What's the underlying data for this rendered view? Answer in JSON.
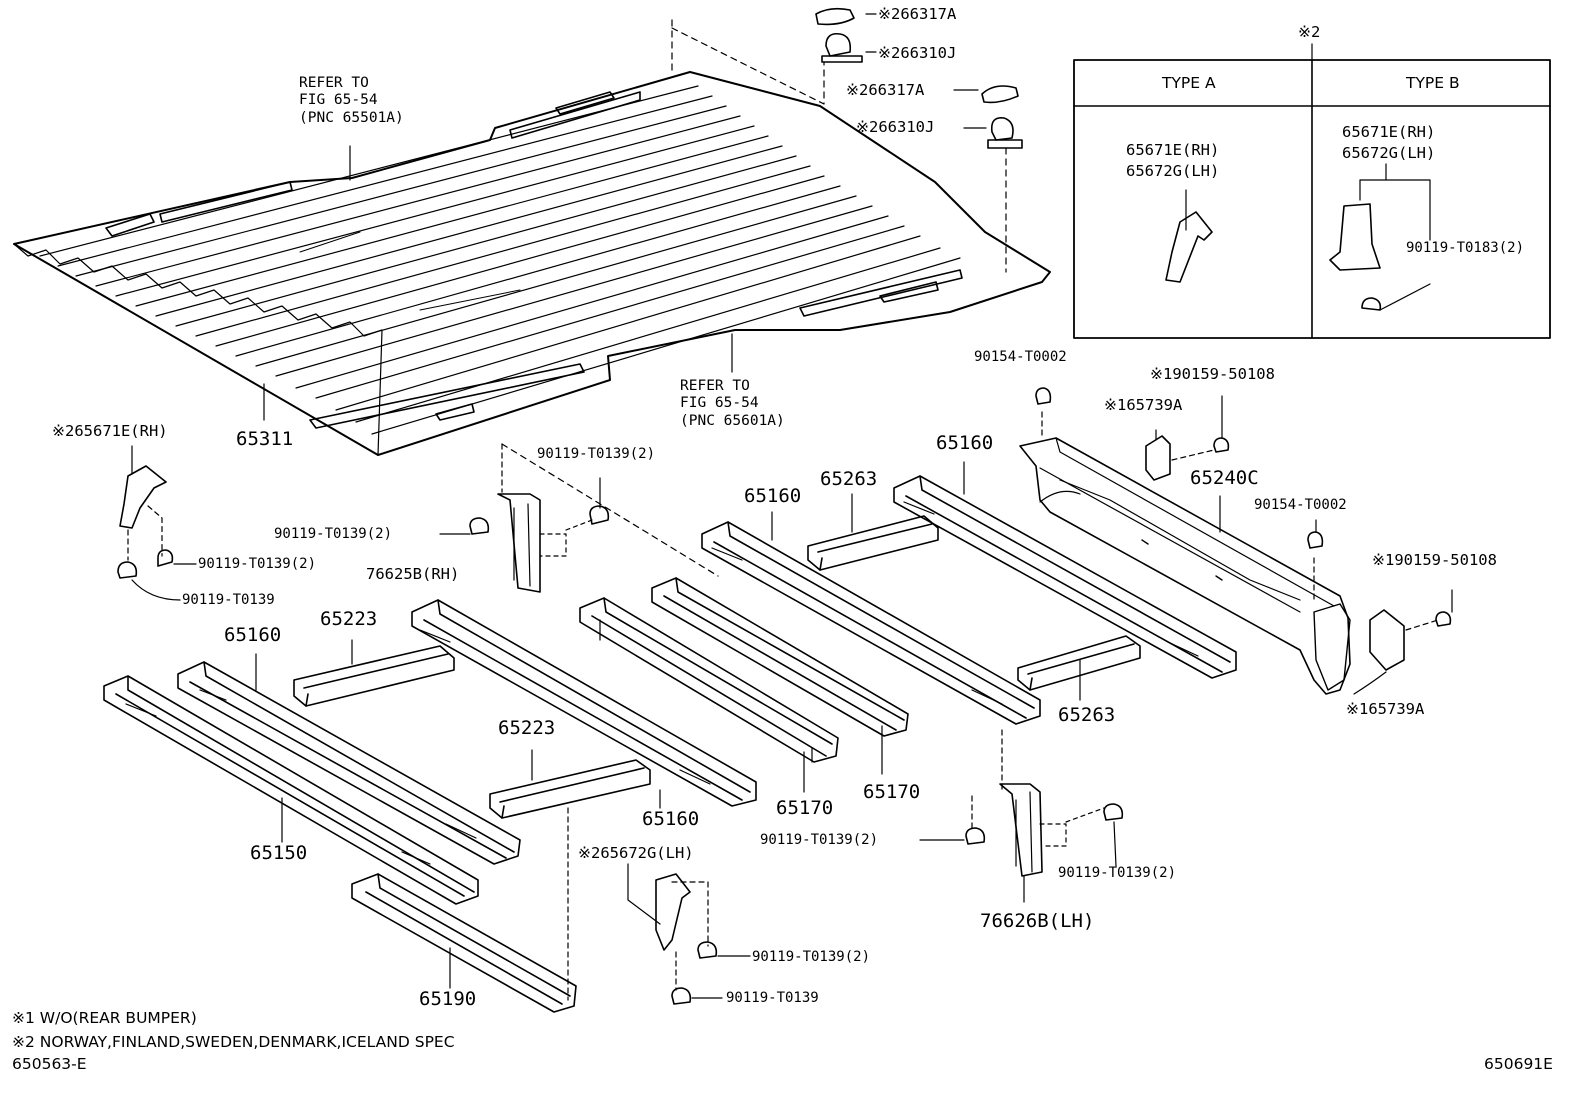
{
  "colors": {
    "ink": "#000000",
    "paper": "#ffffff"
  },
  "refs": {
    "top": [
      "REFER TO",
      "FIG 65-54",
      "(PNC 65501A)"
    ],
    "bottom": [
      "REFER TO",
      "FIG 65-54",
      "(PNC 65601A)"
    ]
  },
  "callouts": {
    "c66317A_top": "※266317A",
    "c66310J_top": "※266310J",
    "c66317A_mid": "※266317A",
    "c66310J_mid": "※266310J",
    "p65311": "65311",
    "c65671E": "※265671E(RH)",
    "b_t0139_2_a": "90119-T0139(2)",
    "b_t0139_2_b": "90119-T0139(2)",
    "b_t0139_2_c": "90119-T0139(2)",
    "b_t0139_a": "90119-T0139",
    "p76625B": "76625B(RH)",
    "p65160_a": "65160",
    "p65223_a": "65223",
    "p65150": "65150",
    "p65223_b": "65223",
    "p65160_b": "65160",
    "p65190": "65190",
    "c65672G": "※265672G(LH)",
    "b_t0139_2_d": "90119-T0139(2)",
    "b_t0139_b": "90119-T0139",
    "p65170_a": "65170",
    "p65170_b": "65170",
    "b_t0139_2_e": "90119-T0139(2)",
    "b_t0139_2_f": "90119-T0139(2)",
    "p76626B": "76626B(LH)",
    "p65160_c": "65160",
    "p65263_a": "65263",
    "p65160_d": "65160",
    "p65263_b": "65263",
    "n_t0002_a": "90154-T0002",
    "c90159_a": "※190159-50108",
    "c65739A_a": "※165739A",
    "p65240C": "65240C",
    "n_t0002_b": "90154-T0002",
    "c90159_b": "※190159-50108",
    "c65739A_b": "※165739A"
  },
  "inset": {
    "mark": "※2",
    "type_a": "TYPE A",
    "type_b": "TYPE B",
    "a_rh": "65671E(RH)",
    "a_lh": "65672G(LH)",
    "b_rh": "65671E(RH)",
    "b_lh": "65672G(LH)",
    "b_bolt": "90119-T0183(2)"
  },
  "notes": {
    "note1": "※1 W/O(REAR BUMPER)",
    "note2": "※2 NORWAY,FINLAND,SWEDEN,DENMARK,ICELAND SPEC",
    "code_left": "650563-E",
    "code_right": "650691E"
  }
}
